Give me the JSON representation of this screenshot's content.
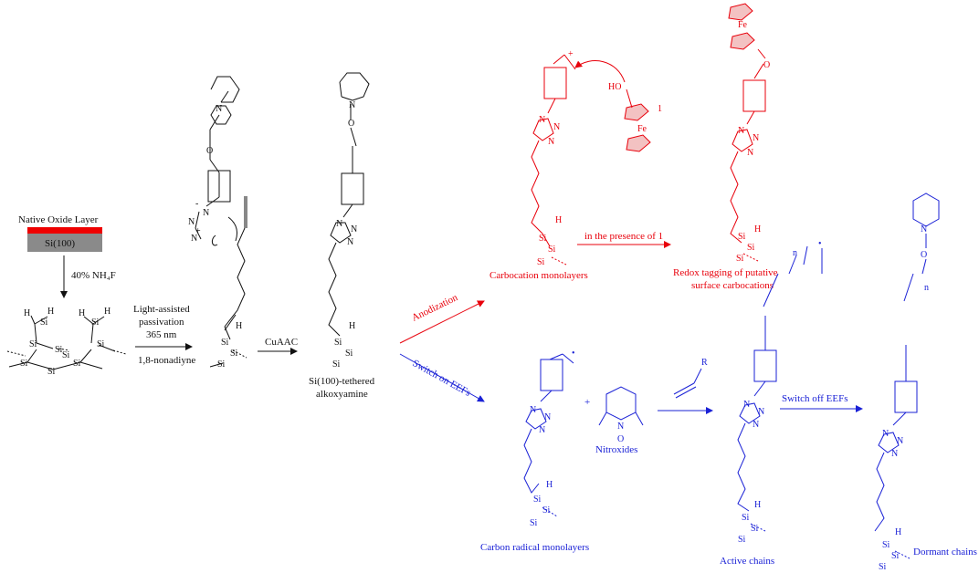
{
  "colors": {
    "black": "#111111",
    "red": "#e8000b",
    "blue": "#1a21d6",
    "substrate_red": "#ee0000",
    "substrate_gray": "#8a8a8a"
  },
  "substrate": {
    "oxide_label": "Native Oxide Layer",
    "si_label": "Si(100)"
  },
  "step1": {
    "reagent": "40% NH₄F"
  },
  "step2": {
    "line1": "Light-assisted",
    "line2": "passivation",
    "line3": "365 nm",
    "reagent": "1,8-nonadiyne"
  },
  "step3": {
    "reagent": "CuAAC"
  },
  "tethered": {
    "line1": "Si(100)-tethered",
    "line2": "alkoxyamine"
  },
  "anodization": {
    "label": "Anodization"
  },
  "switch_on": {
    "label": "Switch on EEFs"
  },
  "carbocation": {
    "label": "Carbocation monolayers",
    "presence": "in the presence of 1",
    "compound_number": "1"
  },
  "redox": {
    "line1": "Redox tagging of putative",
    "line2": "surface carbocations"
  },
  "radical": {
    "label": "Carbon radical monolayers",
    "plus": "+"
  },
  "nitroxides": {
    "label": "Nitroxides"
  },
  "alkene": {
    "r_label": "R"
  },
  "active": {
    "label": "Active chains"
  },
  "switch_off": {
    "label": "Switch off EEFs"
  },
  "dormant": {
    "label": "Dormant chains",
    "repeat_n": "n"
  },
  "atoms": {
    "si": "Si",
    "h": "H",
    "n": "N",
    "o": "O",
    "ho": "HO",
    "fe": "Fe",
    "plus": "+",
    "minus": "-",
    "dot": "•"
  }
}
